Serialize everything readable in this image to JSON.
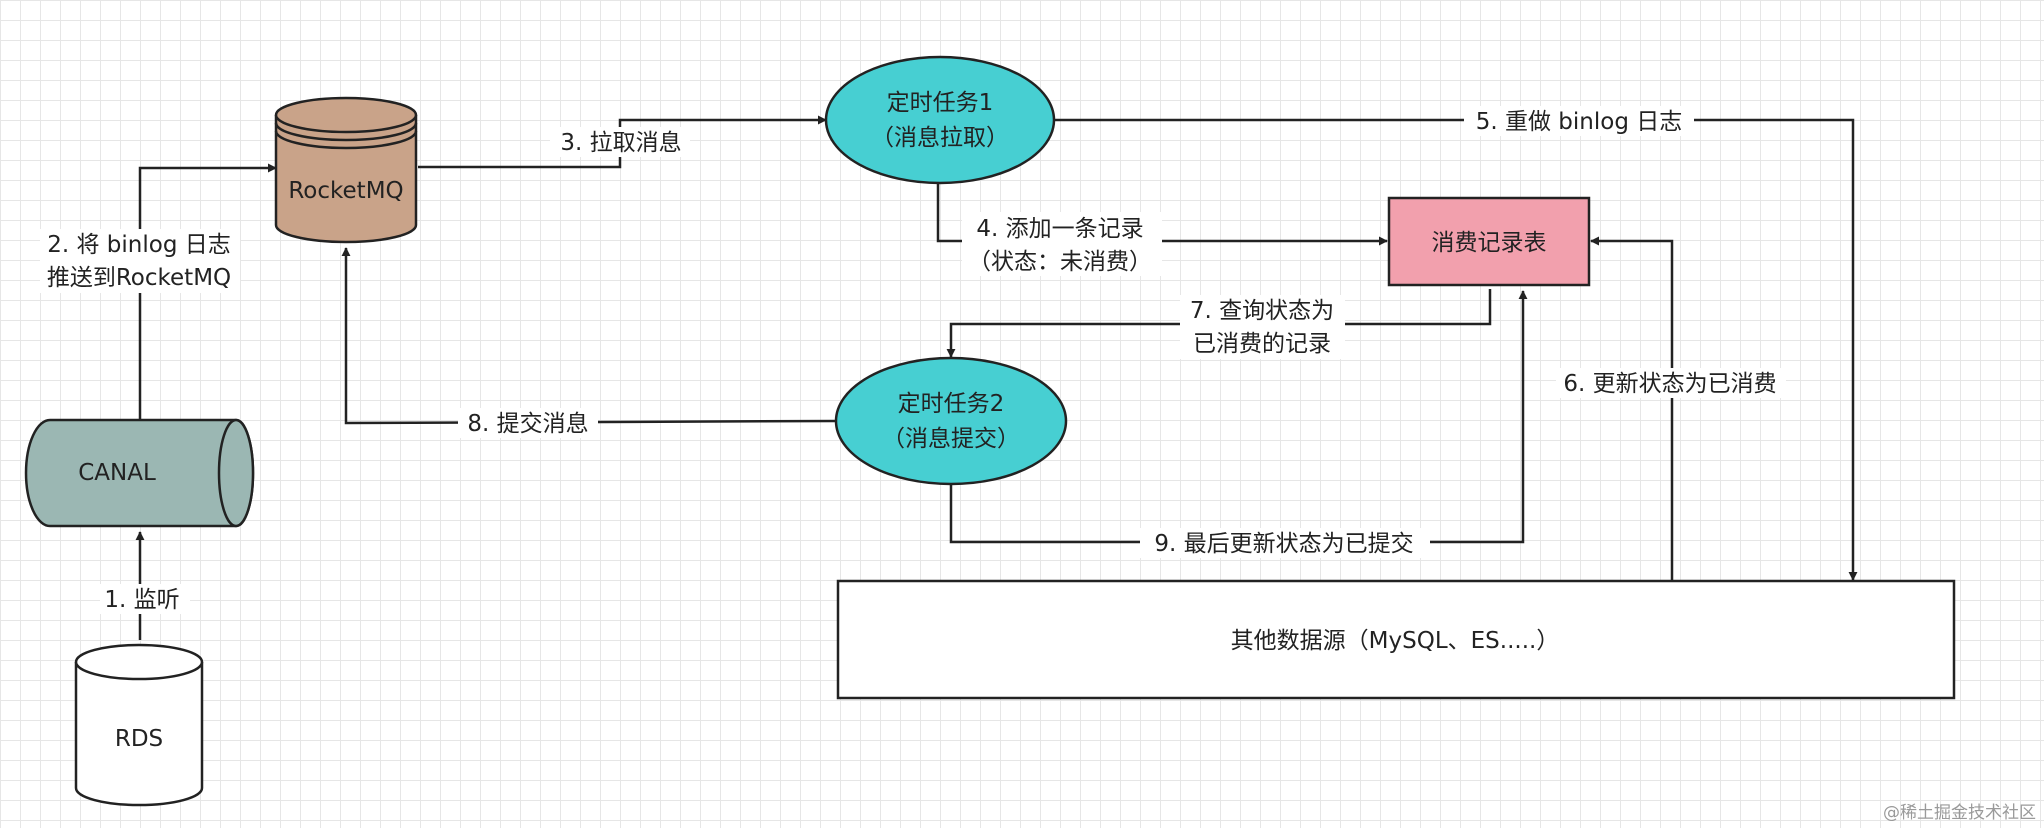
{
  "nodes": {
    "rds": "RDS",
    "canal": "CANAL",
    "rocketmq": "RocketMQ",
    "task1": [
      "定时任务1",
      "（消息拉取）"
    ],
    "task2": [
      "定时任务2",
      "（消息提交）"
    ],
    "record_table": "消费记录表",
    "other_sources": "其他数据源（MySQL、ES.....）"
  },
  "edges": {
    "e1": [
      "1. 监听"
    ],
    "e2": [
      "2. 将 binlog 日志",
      "推送到RocketMQ"
    ],
    "e3": [
      "3. 拉取消息"
    ],
    "e4": [
      "4. 添加一条记录",
      "（状态：未消费）"
    ],
    "e5": [
      "5. 重做 binlog 日志"
    ],
    "e6": [
      "6. 更新状态为已消费"
    ],
    "e7": [
      "7. 查询状态为",
      "已消费的记录"
    ],
    "e8": [
      "8. 提交消息"
    ],
    "e9": [
      "9. 最后更新状态为已提交"
    ]
  },
  "watermark": "@稀土掘金技术社区",
  "colors": {
    "rocketmq": "#c9a389",
    "canal": "#9bb7b3",
    "task": "#47cfd2",
    "record_table": "#f2a0ad",
    "stroke": "#222222"
  }
}
